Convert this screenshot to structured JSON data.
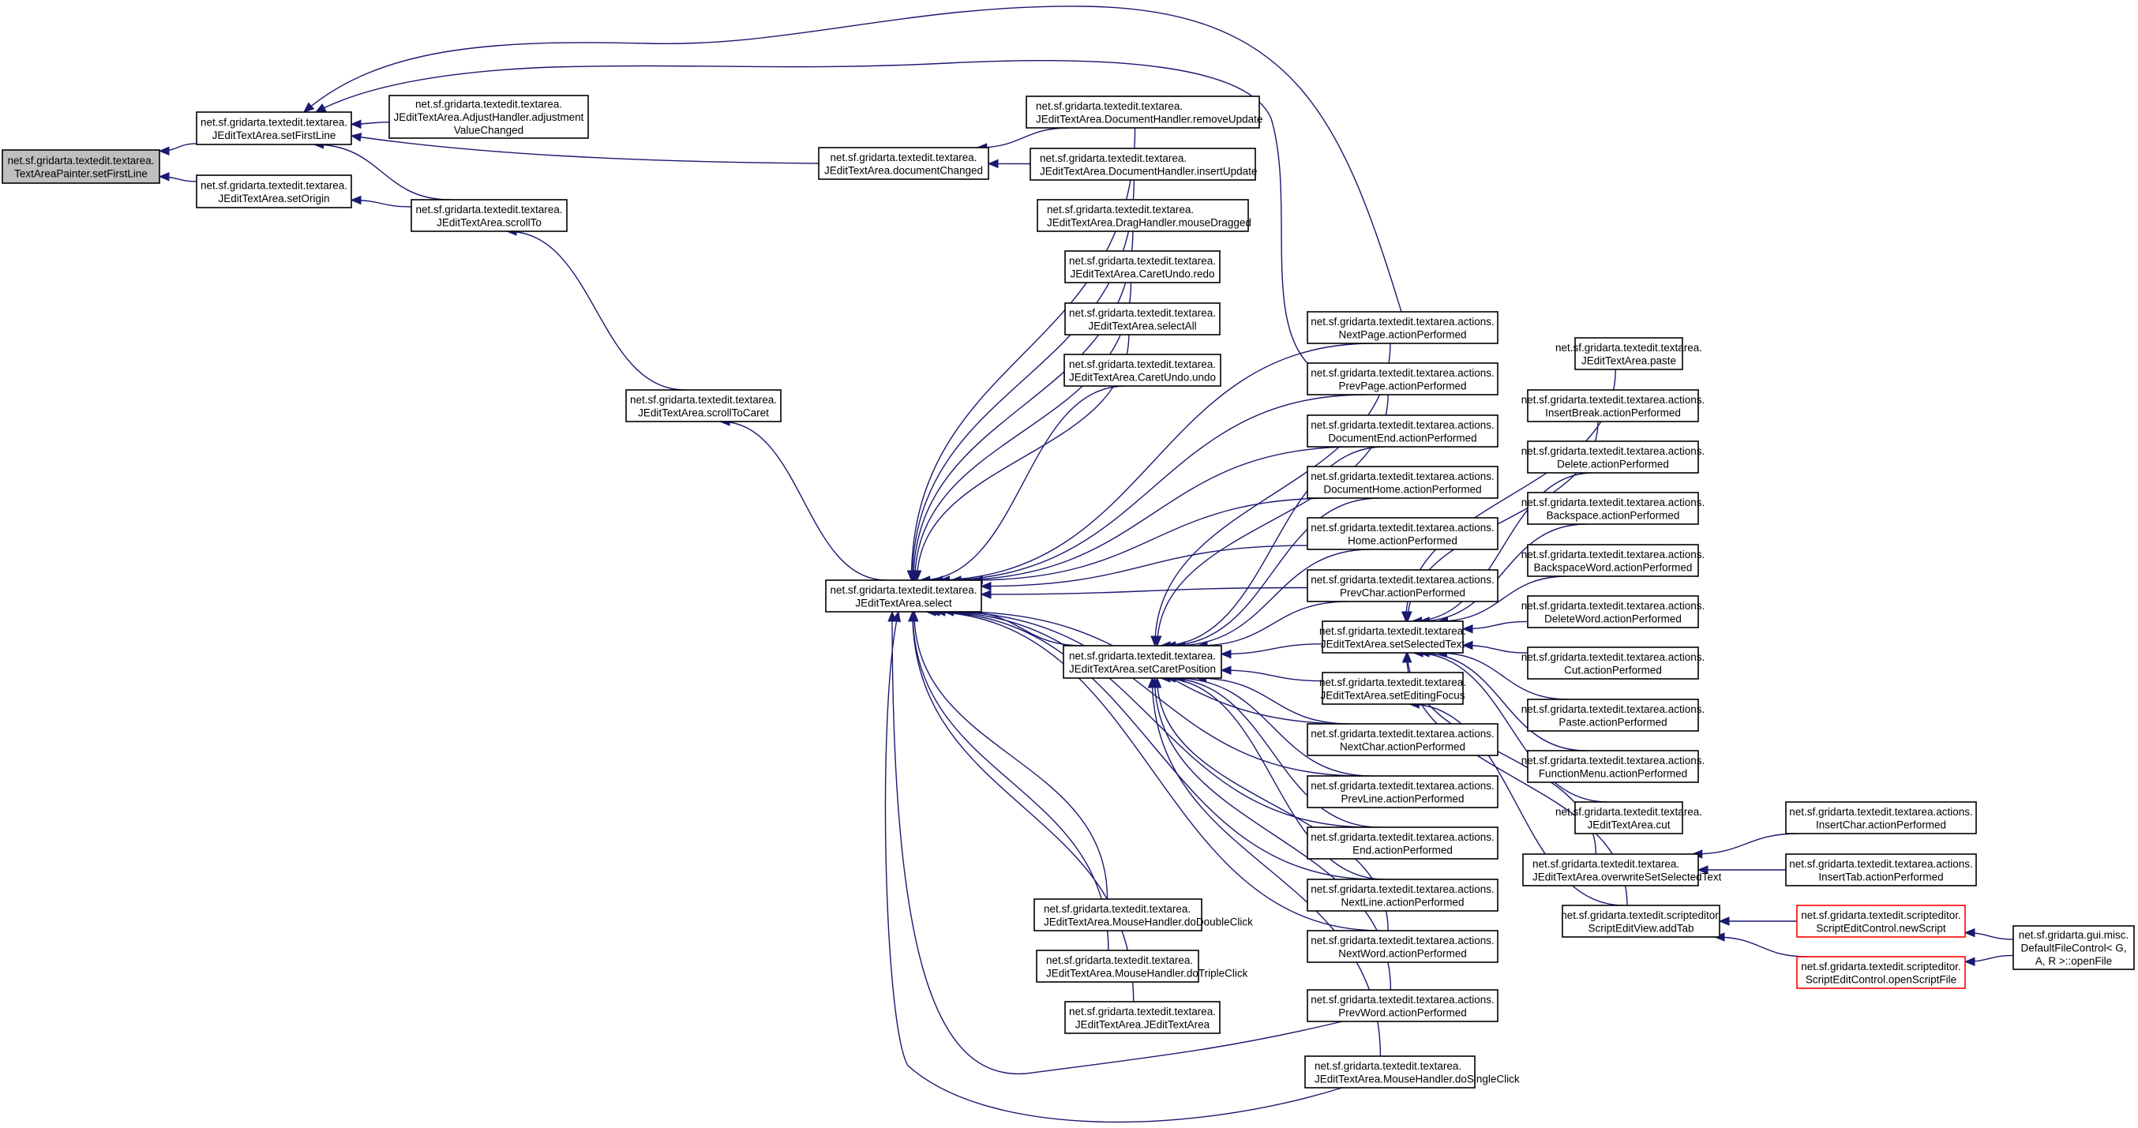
{
  "diagram": {
    "type": "call-graph",
    "colors": {
      "edge": "#191970",
      "root_fill": "#bfbfbf",
      "node_border": "#000000",
      "truncated_border": "#ff0000"
    },
    "nodes": [
      {
        "id": "root",
        "lines": [
          "net.sf.gridarta.textedit.textarea.",
          "TextAreaPainter.setFirstLine"
        ],
        "style": "root"
      },
      {
        "id": "setFirstLine",
        "lines": [
          "net.sf.gridarta.textedit.textarea.",
          "JEditTextArea.setFirstLine"
        ]
      },
      {
        "id": "setOrigin",
        "lines": [
          "net.sf.gridarta.textedit.textarea.",
          "JEditTextArea.setOrigin"
        ]
      },
      {
        "id": "adjust",
        "lines": [
          "net.sf.gridarta.textedit.textarea.",
          "JEditTextArea.AdjustHandler.adjustment",
          "ValueChanged"
        ]
      },
      {
        "id": "scrollTo",
        "lines": [
          "net.sf.gridarta.textedit.textarea.",
          "JEditTextArea.scrollTo"
        ]
      },
      {
        "id": "docChanged",
        "lines": [
          "net.sf.gridarta.textedit.textarea.",
          "JEditTextArea.documentChanged"
        ]
      },
      {
        "id": "scrollToCaret",
        "lines": [
          "net.sf.gridarta.textedit.textarea.",
          "JEditTextArea.scrollToCaret"
        ]
      },
      {
        "id": "select",
        "lines": [
          "net.sf.gridarta.textedit.textarea.",
          "JEditTextArea.select"
        ]
      },
      {
        "id": "removeUpdate",
        "lines": [
          "net.sf.gridarta.textedit.textarea.",
          "JEditTextArea.DocumentHandler.removeUpdate"
        ],
        "align": "left"
      },
      {
        "id": "insertUpdate",
        "lines": [
          "net.sf.gridarta.textedit.textarea.",
          "JEditTextArea.DocumentHandler.insertUpdate"
        ],
        "align": "left"
      },
      {
        "id": "mouseDragged",
        "lines": [
          "net.sf.gridarta.textedit.textarea.",
          "JEditTextArea.DragHandler.mouseDragged"
        ],
        "align": "left"
      },
      {
        "id": "redo",
        "lines": [
          "net.sf.gridarta.textedit.textarea.",
          "JEditTextArea.CaretUndo.redo"
        ]
      },
      {
        "id": "selectAll",
        "lines": [
          "net.sf.gridarta.textedit.textarea.",
          "JEditTextArea.selectAll"
        ]
      },
      {
        "id": "undo",
        "lines": [
          "net.sf.gridarta.textedit.textarea.",
          "JEditTextArea.CaretUndo.undo"
        ]
      },
      {
        "id": "setCaretPosition",
        "lines": [
          "net.sf.gridarta.textedit.textarea.",
          "JEditTextArea.setCaretPosition"
        ]
      },
      {
        "id": "doDoubleClick",
        "lines": [
          "net.sf.gridarta.textedit.textarea.",
          "JEditTextArea.MouseHandler.doDoubleClick"
        ],
        "align": "left"
      },
      {
        "id": "doTripleClick",
        "lines": [
          "net.sf.gridarta.textedit.textarea.",
          "JEditTextArea.MouseHandler.doTripleClick"
        ],
        "align": "left"
      },
      {
        "id": "ctor",
        "lines": [
          "net.sf.gridarta.textedit.textarea.",
          "JEditTextArea.JEditTextArea"
        ]
      },
      {
        "id": "nextPage",
        "lines": [
          "net.sf.gridarta.textedit.textarea.actions.",
          "NextPage.actionPerformed"
        ]
      },
      {
        "id": "prevPage",
        "lines": [
          "net.sf.gridarta.textedit.textarea.actions.",
          "PrevPage.actionPerformed"
        ]
      },
      {
        "id": "docEnd",
        "lines": [
          "net.sf.gridarta.textedit.textarea.actions.",
          "DocumentEnd.actionPerformed"
        ]
      },
      {
        "id": "docHome",
        "lines": [
          "net.sf.gridarta.textedit.textarea.actions.",
          "DocumentHome.actionPerformed"
        ]
      },
      {
        "id": "home",
        "lines": [
          "net.sf.gridarta.textedit.textarea.actions.",
          "Home.actionPerformed"
        ]
      },
      {
        "id": "prevChar",
        "lines": [
          "net.sf.gridarta.textedit.textarea.actions.",
          "PrevChar.actionPerformed"
        ]
      },
      {
        "id": "setSelectedText",
        "lines": [
          "net.sf.gridarta.textedit.textarea.",
          "JEditTextArea.setSelectedText"
        ]
      },
      {
        "id": "setEditingFocus",
        "lines": [
          "net.sf.gridarta.textedit.textarea.",
          "JEditTextArea.setEditingFocus"
        ]
      },
      {
        "id": "nextChar",
        "lines": [
          "net.sf.gridarta.textedit.textarea.actions.",
          "NextChar.actionPerformed"
        ]
      },
      {
        "id": "prevLine",
        "lines": [
          "net.sf.gridarta.textedit.textarea.actions.",
          "PrevLine.actionPerformed"
        ]
      },
      {
        "id": "end",
        "lines": [
          "net.sf.gridarta.textedit.textarea.actions.",
          "End.actionPerformed"
        ]
      },
      {
        "id": "nextLine",
        "lines": [
          "net.sf.gridarta.textedit.textarea.actions.",
          "NextLine.actionPerformed"
        ]
      },
      {
        "id": "nextWord",
        "lines": [
          "net.sf.gridarta.textedit.textarea.actions.",
          "NextWord.actionPerformed"
        ]
      },
      {
        "id": "prevWord",
        "lines": [
          "net.sf.gridarta.textedit.textarea.actions.",
          "PrevWord.actionPerformed"
        ]
      },
      {
        "id": "doSingleClick",
        "lines": [
          "net.sf.gridarta.textedit.textarea.",
          "JEditTextArea.MouseHandler.doSingleClick"
        ],
        "align": "left"
      },
      {
        "id": "paste",
        "lines": [
          "net.sf.gridarta.textedit.textarea.",
          "JEditTextArea.paste"
        ]
      },
      {
        "id": "insertBreak",
        "lines": [
          "net.sf.gridarta.textedit.textarea.actions.",
          "InsertBreak.actionPerformed"
        ]
      },
      {
        "id": "delete",
        "lines": [
          "net.sf.gridarta.textedit.textarea.actions.",
          "Delete.actionPerformed"
        ]
      },
      {
        "id": "backspace",
        "lines": [
          "net.sf.gridarta.textedit.textarea.actions.",
          "Backspace.actionPerformed"
        ]
      },
      {
        "id": "backspaceWord",
        "lines": [
          "net.sf.gridarta.textedit.textarea.actions.",
          "BackspaceWord.actionPerformed"
        ]
      },
      {
        "id": "deleteWord",
        "lines": [
          "net.sf.gridarta.textedit.textarea.actions.",
          "DeleteWord.actionPerformed"
        ]
      },
      {
        "id": "cutAction",
        "lines": [
          "net.sf.gridarta.textedit.textarea.actions.",
          "Cut.actionPerformed"
        ]
      },
      {
        "id": "pasteAction",
        "lines": [
          "net.sf.gridarta.textedit.textarea.actions.",
          "Paste.actionPerformed"
        ]
      },
      {
        "id": "functionMenu",
        "lines": [
          "net.sf.gridarta.textedit.textarea.actions.",
          "FunctionMenu.actionPerformed"
        ]
      },
      {
        "id": "cut",
        "lines": [
          "net.sf.gridarta.textedit.textarea.",
          "JEditTextArea.cut"
        ]
      },
      {
        "id": "overwrite",
        "lines": [
          "net.sf.gridarta.textedit.textarea.",
          "JEditTextArea.overwriteSetSelectedText"
        ],
        "align": "left"
      },
      {
        "id": "addTab",
        "lines": [
          "net.sf.gridarta.textedit.scripteditor.",
          "ScriptEditView.addTab"
        ]
      },
      {
        "id": "insertChar",
        "lines": [
          "net.sf.gridarta.textedit.textarea.actions.",
          "InsertChar.actionPerformed"
        ]
      },
      {
        "id": "insertTab",
        "lines": [
          "net.sf.gridarta.textedit.textarea.actions.",
          "InsertTab.actionPerformed"
        ]
      },
      {
        "id": "newScript",
        "lines": [
          "net.sf.gridarta.textedit.scripteditor.",
          "ScriptEditControl.newScript"
        ],
        "style": "red"
      },
      {
        "id": "openScriptFile",
        "lines": [
          "net.sf.gridarta.textedit.scripteditor.",
          "ScriptEditControl.openScriptFile"
        ],
        "style": "red"
      },
      {
        "id": "openFile",
        "lines": [
          "net.sf.gridarta.gui.misc.",
          "DefaultFileControl< G,",
          "A, R >::openFile"
        ]
      }
    ],
    "edges": [
      [
        "setFirstLine",
        "root"
      ],
      [
        "setOrigin",
        "root"
      ],
      [
        "adjust",
        "setFirstLine"
      ],
      [
        "docChanged",
        "setFirstLine"
      ],
      [
        "scrollTo",
        "setFirstLine"
      ],
      [
        "nextPage",
        "setFirstLine"
      ],
      [
        "prevPage",
        "setFirstLine"
      ],
      [
        "scrollTo",
        "setOrigin"
      ],
      [
        "scrollToCaret",
        "scrollTo"
      ],
      [
        "removeUpdate",
        "docChanged"
      ],
      [
        "insertUpdate",
        "docChanged"
      ],
      [
        "select",
        "scrollToCaret"
      ],
      [
        "removeUpdate",
        "select"
      ],
      [
        "insertUpdate",
        "select"
      ],
      [
        "mouseDragged",
        "select"
      ],
      [
        "redo",
        "select"
      ],
      [
        "selectAll",
        "select"
      ],
      [
        "undo",
        "select"
      ],
      [
        "nextPage",
        "select"
      ],
      [
        "prevPage",
        "select"
      ],
      [
        "docEnd",
        "select"
      ],
      [
        "docHome",
        "select"
      ],
      [
        "home",
        "select"
      ],
      [
        "prevChar",
        "select"
      ],
      [
        "setCaretPosition",
        "select"
      ],
      [
        "nextChar",
        "select"
      ],
      [
        "prevLine",
        "select"
      ],
      [
        "end",
        "select"
      ],
      [
        "nextLine",
        "select"
      ],
      [
        "nextWord",
        "select"
      ],
      [
        "prevWord",
        "select"
      ],
      [
        "doSingleClick",
        "select"
      ],
      [
        "doDoubleClick",
        "select"
      ],
      [
        "doTripleClick",
        "select"
      ],
      [
        "ctor",
        "select"
      ],
      [
        "nextPage",
        "setCaretPosition"
      ],
      [
        "prevPage",
        "setCaretPosition"
      ],
      [
        "docEnd",
        "setCaretPosition"
      ],
      [
        "docHome",
        "setCaretPosition"
      ],
      [
        "home",
        "setCaretPosition"
      ],
      [
        "prevChar",
        "setCaretPosition"
      ],
      [
        "setSelectedText",
        "setCaretPosition"
      ],
      [
        "setEditingFocus",
        "setCaretPosition"
      ],
      [
        "nextChar",
        "setCaretPosition"
      ],
      [
        "prevLine",
        "setCaretPosition"
      ],
      [
        "end",
        "setCaretPosition"
      ],
      [
        "nextLine",
        "setCaretPosition"
      ],
      [
        "nextWord",
        "setCaretPosition"
      ],
      [
        "prevWord",
        "setCaretPosition"
      ],
      [
        "doSingleClick",
        "setCaretPosition"
      ],
      [
        "paste",
        "setSelectedText"
      ],
      [
        "insertBreak",
        "setSelectedText"
      ],
      [
        "delete",
        "setSelectedText"
      ],
      [
        "backspace",
        "setSelectedText"
      ],
      [
        "backspaceWord",
        "setSelectedText"
      ],
      [
        "deleteWord",
        "setSelectedText"
      ],
      [
        "cutAction",
        "setSelectedText"
      ],
      [
        "pasteAction",
        "setSelectedText"
      ],
      [
        "functionMenu",
        "setSelectedText"
      ],
      [
        "cut",
        "setSelectedText"
      ],
      [
        "overwrite",
        "setSelectedText"
      ],
      [
        "addTab",
        "setSelectedText"
      ],
      [
        "addTab",
        "setEditingFocus"
      ],
      [
        "insertChar",
        "overwrite"
      ],
      [
        "insertTab",
        "overwrite"
      ],
      [
        "newScript",
        "addTab"
      ],
      [
        "openScriptFile",
        "addTab"
      ],
      [
        "openFile",
        "newScript"
      ],
      [
        "openFile",
        "openScriptFile"
      ]
    ]
  }
}
